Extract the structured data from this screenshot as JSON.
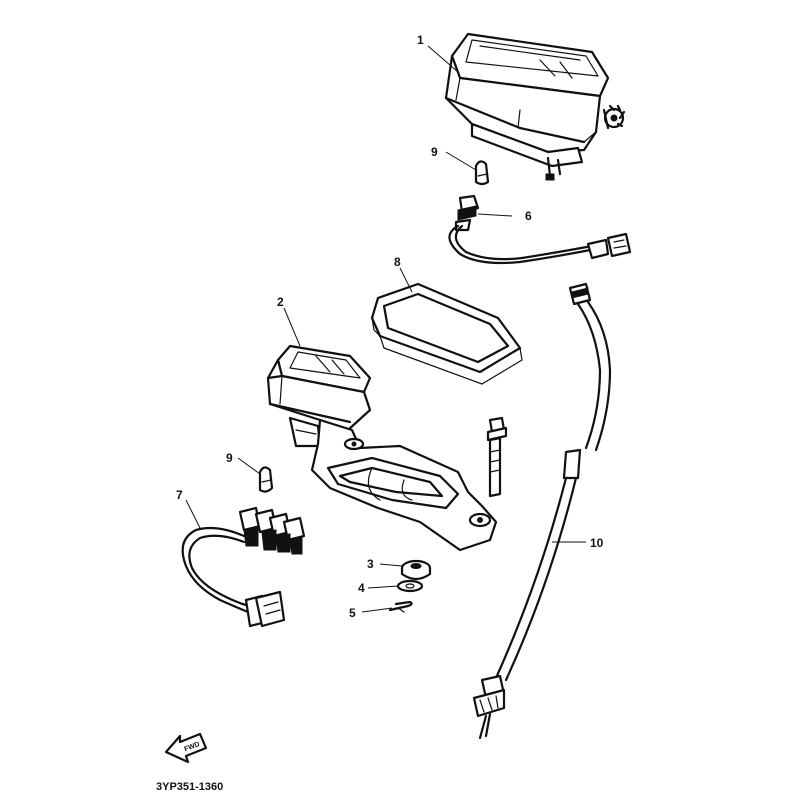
{
  "parts": [
    {
      "number": "1"
    },
    {
      "number": "2"
    },
    {
      "number": "3"
    },
    {
      "number": "4"
    },
    {
      "number": "5"
    },
    {
      "number": "6"
    },
    {
      "number": "7"
    },
    {
      "number": "8"
    },
    {
      "number": "9"
    },
    {
      "number": "9"
    },
    {
      "number": "10"
    }
  ],
  "diagram_code": "3YP351-1360",
  "direction_label": "FWD",
  "colors": {
    "line": "#111111",
    "background": "#ffffff"
  }
}
